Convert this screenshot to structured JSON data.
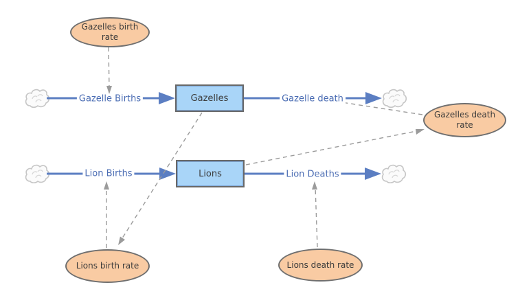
{
  "diagram_type": "stock-and-flow",
  "colors": {
    "flow_blue": "#5b7ec2",
    "flow_label_blue": "#4a6cb3",
    "stock_fill": "#a9d5f8",
    "stock_border": "#686868",
    "converter_fill": "#f9cba3",
    "converter_border": "#6f6f6f",
    "link_gray": "#9b9b9b",
    "cloud_gray": "#c6c6c6",
    "shape_text": "#3b3b3b"
  },
  "stocks": [
    {
      "label": "Gazelles"
    },
    {
      "label": "Lions"
    }
  ],
  "flows": [
    {
      "label": "Gazelle Births"
    },
    {
      "label": "Gazelle death"
    },
    {
      "label": "Lion Births"
    },
    {
      "label": "Lion Deaths"
    }
  ],
  "converters": [
    {
      "label": "Gazelles birth rate"
    },
    {
      "label": "Gazelles death rate"
    },
    {
      "label": "Lions birth rate"
    },
    {
      "label": "Lions death rate"
    }
  ],
  "links": [
    {
      "from": "Gazelles birth rate",
      "to": "Gazelle Births"
    },
    {
      "from": "Gazelles death rate",
      "to": "Gazelle death"
    },
    {
      "from": "Lions",
      "to": "Gazelles death rate"
    },
    {
      "from": "Gazelles",
      "to": "Lions birth rate"
    },
    {
      "from": "Lions birth rate",
      "to": "Lion Births"
    },
    {
      "from": "Lions death rate",
      "to": "Lion Deaths"
    }
  ],
  "clouds": [
    {
      "name": "gazelle-births-source"
    },
    {
      "name": "gazelle-death-sink"
    },
    {
      "name": "lion-births-source"
    },
    {
      "name": "lion-deaths-sink"
    }
  ]
}
